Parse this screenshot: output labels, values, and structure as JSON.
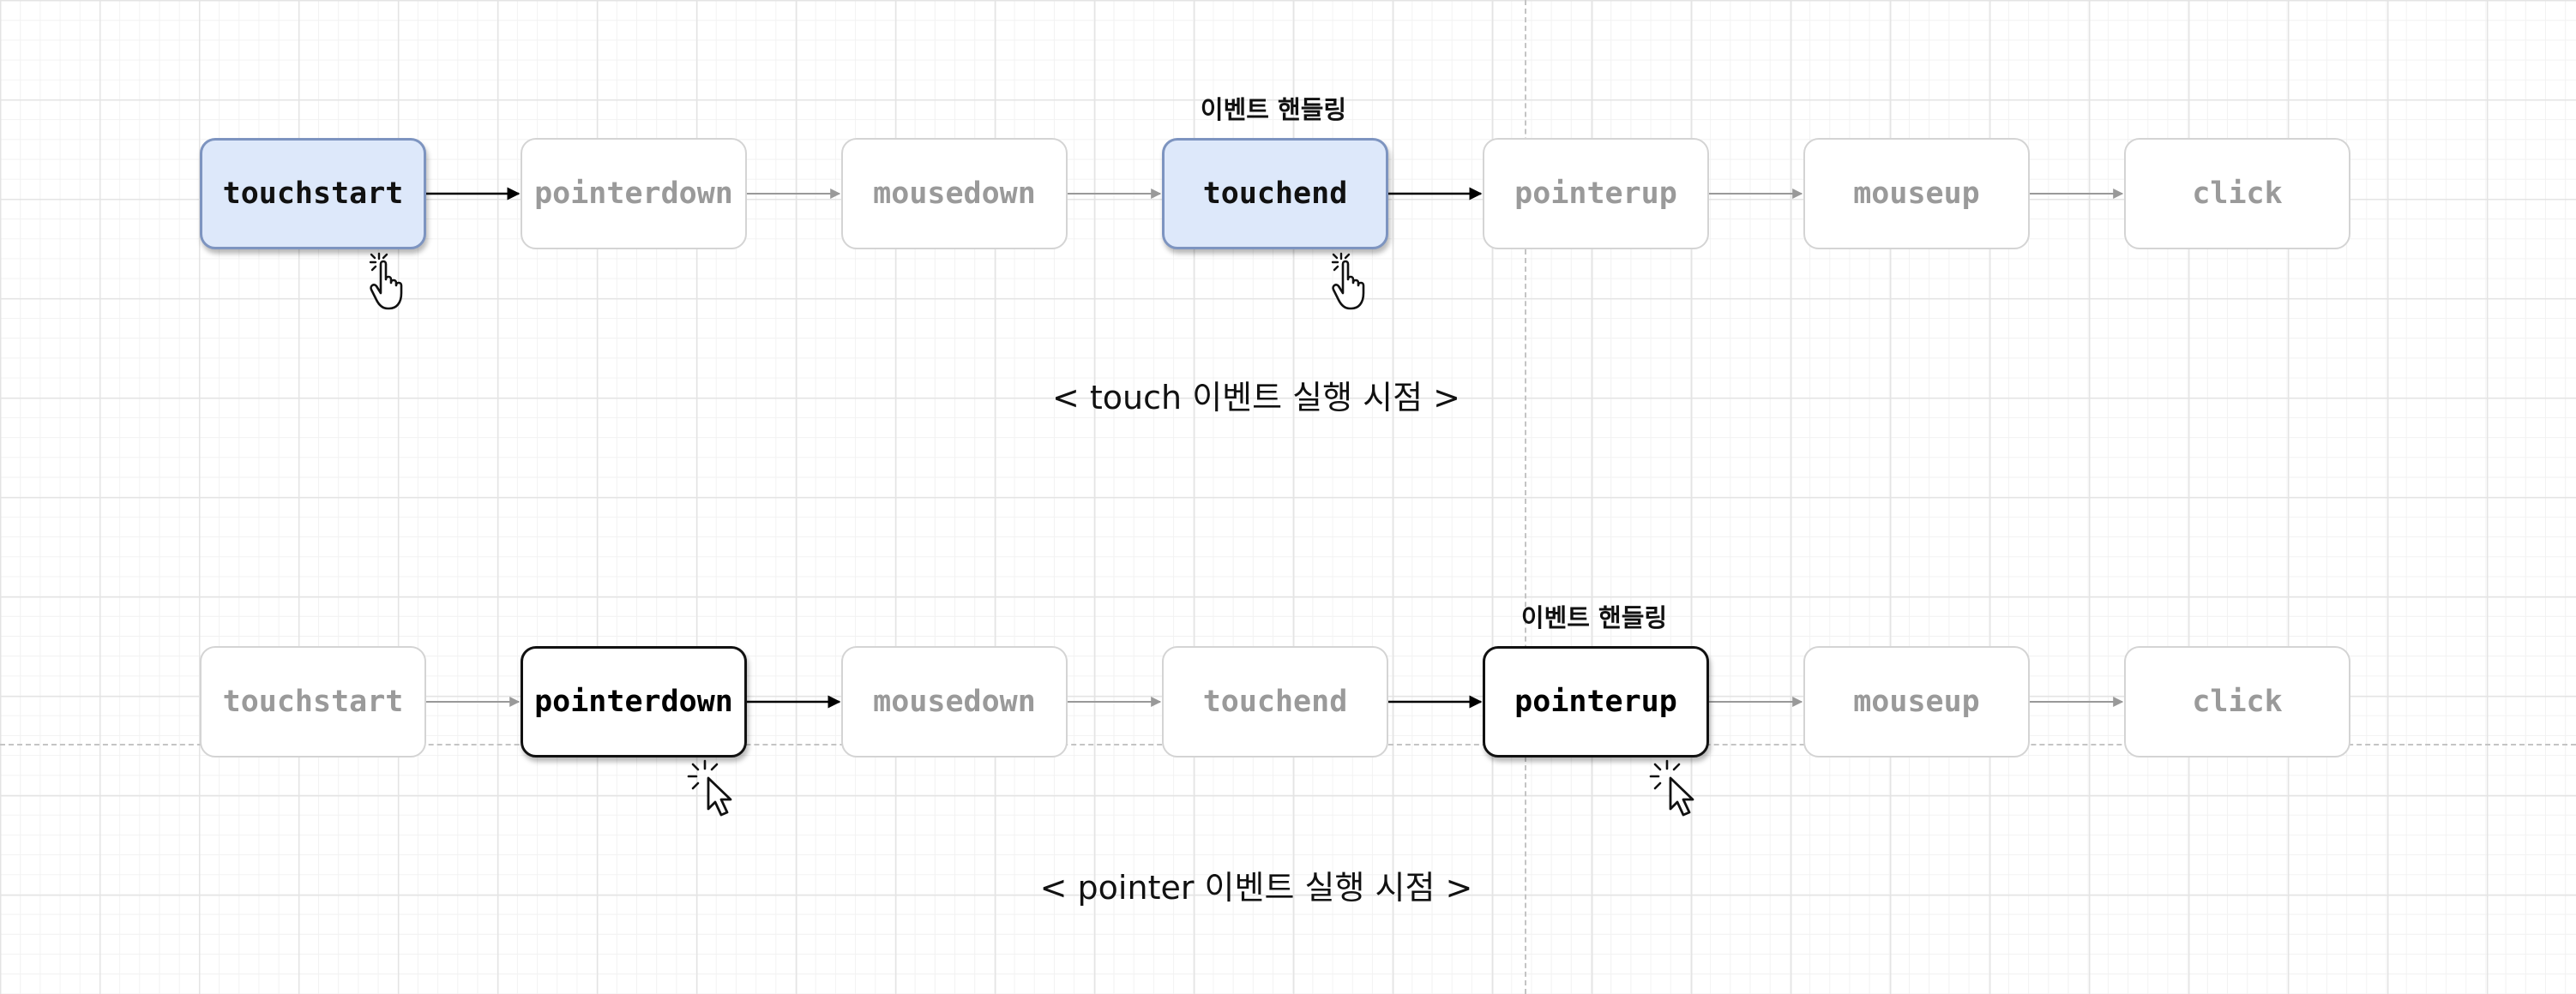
{
  "diagram": {
    "touch_row": {
      "nodes": [
        "touchstart",
        "pointerdown",
        "mousedown",
        "touchend",
        "pointerup",
        "mouseup",
        "click"
      ],
      "handling_label": "이벤트 핸들링",
      "caption": "< touch 이벤트 실행 시점 >",
      "cursor_icon": "hand-tap-icon"
    },
    "pointer_row": {
      "nodes": [
        "touchstart",
        "pointerdown",
        "mousedown",
        "touchend",
        "pointerup",
        "mouseup",
        "click"
      ],
      "handling_label": "이벤트 핸들링",
      "caption": "< pointer 이벤트 실행 시점 >",
      "cursor_icon": "arrow-click-icon"
    },
    "colors": {
      "touch_highlight_fill": "#dde8fa",
      "touch_highlight_border": "#7d94c0",
      "pointer_highlight_border": "#111111",
      "dim_border": "#d4d4d4",
      "dim_text": "#9a9a9a",
      "active_arrow": "#000000",
      "dim_arrow": "#999999"
    }
  }
}
